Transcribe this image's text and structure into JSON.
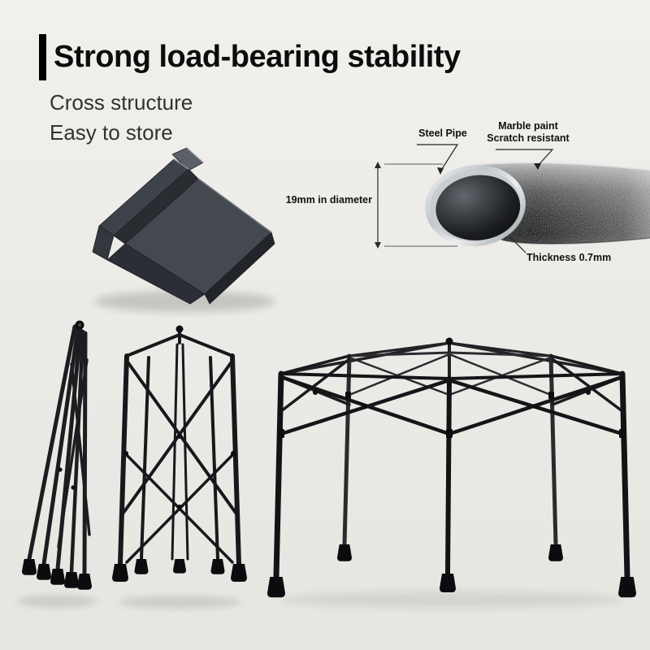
{
  "header": {
    "title": "Strong load-bearing stability",
    "subtitle_line1": "Cross structure",
    "subtitle_line2": "Easy to store"
  },
  "pipe_diagram": {
    "steel_pipe_label": "Steel Pipe",
    "marble_paint_line1": "Marble paint",
    "marble_paint_line2": "Scratch resistant",
    "diameter_label": "19mm in diameter",
    "thickness_label": "Thickness 0.7mm"
  },
  "colors": {
    "background": "#eceae6",
    "title_text": "#0c0c0c",
    "subtitle_text": "#323232",
    "accent_bar": "#000000",
    "annotation_text": "#101010",
    "frame_black": "#17181a",
    "panel_gray": "#43474e"
  }
}
